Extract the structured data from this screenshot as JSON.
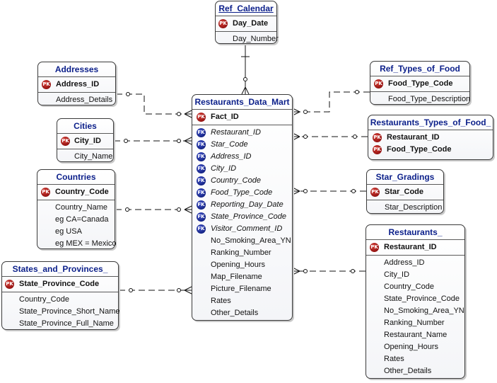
{
  "diagram": {
    "entities": {
      "ref_calendar": {
        "title": "Ref_Calendar",
        "pk": [
          "Day_Date"
        ],
        "attrs": [
          "Day_Number"
        ]
      },
      "addresses": {
        "title": "Addresses",
        "pk": [
          "Address_ID"
        ],
        "attrs": [
          "Address_Details"
        ]
      },
      "cities": {
        "title": "Cities",
        "pk": [
          "City_ID"
        ],
        "attrs": [
          "City_Name"
        ]
      },
      "countries": {
        "title": "Countries",
        "pk": [
          "Country_Code"
        ],
        "attrs": [
          "Country_Name",
          "eg CA=Canada",
          "eg USA",
          "eg MEX = Mexico"
        ]
      },
      "states": {
        "title": "States_and_Provinces_",
        "pk": [
          "State_Province_Code"
        ],
        "attrs": [
          "Country_Code",
          "State_Province_Short_Name",
          "State_Province_Full_Name"
        ]
      },
      "mart": {
        "title": "Restaurants_Data_Mart",
        "pk": [
          "Fact_ID"
        ],
        "attrs": [
          "Restaurant_ID",
          "Star_Code",
          "Address_ID",
          "City_ID",
          "Country_Code",
          "Food_Type_Code",
          "Reporting_Day_Date",
          "State_Province_Code",
          "Visitor_Comment_ID",
          "No_Smoking_Area_YN",
          "Ranking_Number",
          "Opening_Hours",
          "Map_Filename",
          "Picture_Filename",
          "Rates",
          "Other_Details"
        ]
      },
      "ref_food": {
        "title": "Ref_Types_of_Food",
        "pk": [
          "Food_Type_Code"
        ],
        "attrs": [
          "Food_Type_Description"
        ]
      },
      "rest_types": {
        "title": "Restaurants_Types_of_Food_",
        "pk": [
          "Restaurant_ID",
          "Food_Type_Code"
        ],
        "attrs": []
      },
      "star": {
        "title": "Star_Gradings",
        "pk": [
          "Star_Code"
        ],
        "attrs": [
          "Star_Description"
        ]
      },
      "restaurants": {
        "title": "Restaurants_",
        "pk": [
          "Restaurant_ID"
        ],
        "attrs": [
          "Address_ID",
          "City_ID",
          "Country_Code",
          "State_Province_Code",
          "No_Smoking_Area_YN",
          "Ranking_Number",
          "Restaurant_Name",
          "Opening_Hours",
          "Rates",
          "Other_Details"
        ]
      }
    },
    "badges": {
      "pk": "PK",
      "fk": "FK"
    },
    "colors": {
      "title_text": "#0b1f8a",
      "pk_badge": "#8b0d0d",
      "fk_badge": "#0b1a7a",
      "border": "#3a3a3a"
    }
  }
}
